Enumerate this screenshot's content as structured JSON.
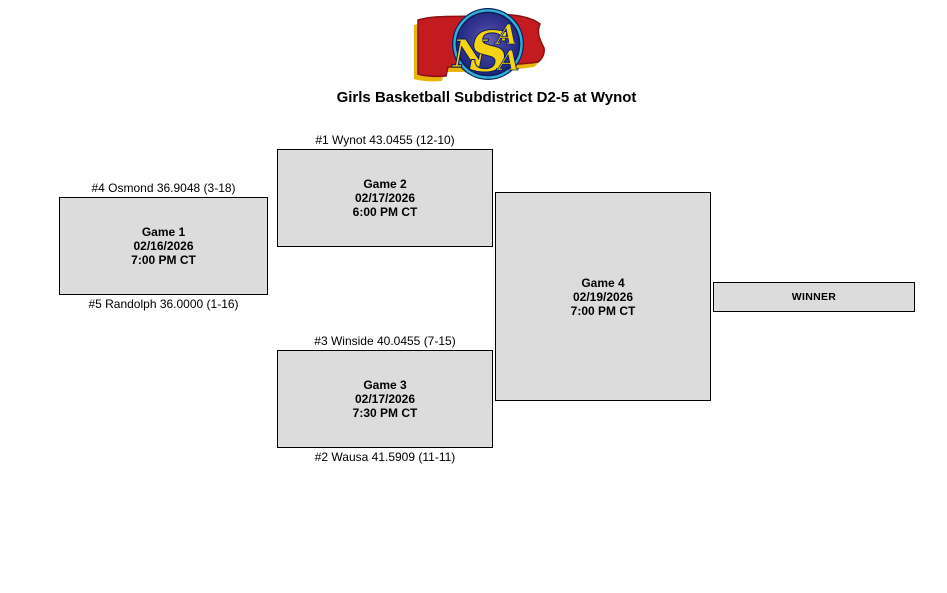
{
  "header": {
    "logo": {
      "name": "nsaa-logo",
      "letters": [
        "N",
        "S",
        "A",
        "A"
      ]
    },
    "title": "Girls Basketball Subdistrict D2-5 at Wynot"
  },
  "bracket": {
    "games": [
      {
        "name": "Game 1",
        "date": "02/16/2026",
        "time": "7:00 PM CT",
        "top_label": "#4 Osmond 36.9048 (3-18)",
        "bottom_label": "#5 Randolph 36.0000 (1-16)"
      },
      {
        "name": "Game 2",
        "date": "02/17/2026",
        "time": "6:00 PM CT",
        "top_label": "#1 Wynot 43.0455 (12-10)"
      },
      {
        "name": "Game 3",
        "date": "02/17/2026",
        "time": "7:30 PM CT",
        "top_label": "#3 Winside 40.0455 (7-15)",
        "bottom_label": "#2 Wausa 41.5909 (11-11)"
      },
      {
        "name": "Game 4",
        "date": "02/19/2026",
        "time": "7:00 PM CT"
      }
    ],
    "winner_label": "WINNER"
  },
  "colors": {
    "box_fill": "#dcdcdc",
    "box_border": "#000000",
    "logo_red": "#c41b20",
    "logo_dark_red": "#8c0f12",
    "logo_gold": "#f2cb05",
    "logo_blue": "#162f7e",
    "logo_light_blue": "#5a55a8",
    "logo_teal": "#33aed4",
    "logo_letter_yellow": "#f5d312"
  }
}
